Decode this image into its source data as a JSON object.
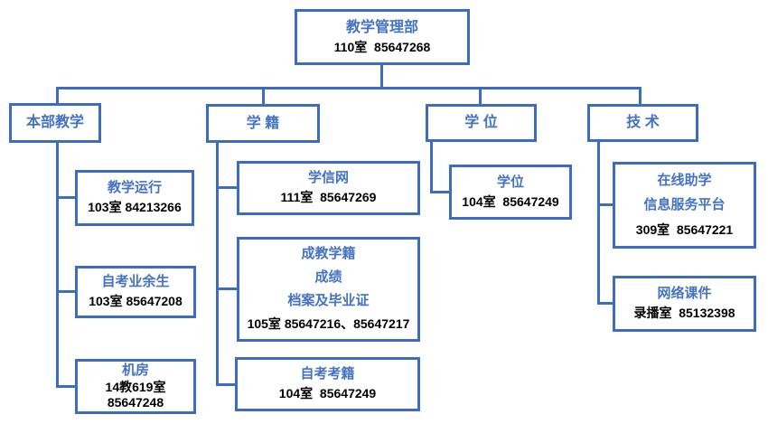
{
  "colors": {
    "line": "#3e6cc0",
    "title": "#4472c4",
    "detail": "#000000"
  },
  "boxes": {
    "root": {
      "title": "教学管理部",
      "detail": "110室  85647268"
    },
    "benbu_header": {
      "label": "本部教学"
    },
    "xueji_header": {
      "label": "学 籍"
    },
    "xuewei_header": {
      "label": "学 位"
    },
    "jishu_header": {
      "label": "技 术"
    },
    "jiaoxue_yunxing": {
      "title": "教学运行",
      "detail": "103室 84213266"
    },
    "zikao_yeyusheng": {
      "title": "自考业余生",
      "detail": "103室 85647208"
    },
    "jifang": {
      "title": "机房",
      "detail_line1": "14教619室",
      "detail_line2": "85647248"
    },
    "xuexinwang": {
      "title": "学信网",
      "detail": "111室  85647269"
    },
    "chengjiao": {
      "title_line1": "成教学籍",
      "title_line2": "成绩",
      "title_line3": "档案及毕业证",
      "detail": "105室 85647216、85647217"
    },
    "zikao_kaoji": {
      "title": "自考考籍",
      "detail": "104室  85647249"
    },
    "xuewei": {
      "title": "学位",
      "detail": "104室  85647249"
    },
    "zaixian": {
      "title_line1": "在线助学",
      "title_line2": "信息服务平台",
      "detail": "309室  85647221"
    },
    "wangluo": {
      "title": "网络课件",
      "detail": "录播室  85132398"
    }
  }
}
